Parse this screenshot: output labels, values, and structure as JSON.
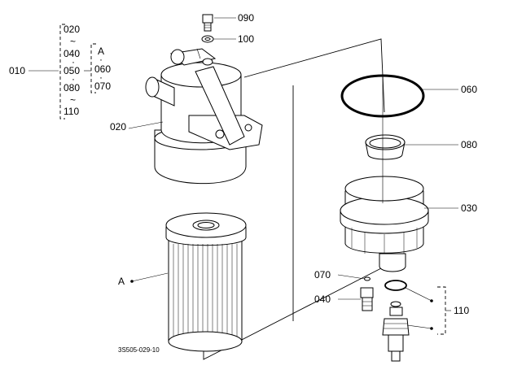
{
  "callouts": {
    "p090": "090",
    "p100": "100",
    "p060": "060",
    "p080": "080",
    "p030": "030",
    "p020": "020",
    "p070": "070",
    "p040": "040",
    "p110": "110",
    "pA": "A"
  },
  "set_bracket": {
    "main_label": "010",
    "col1": [
      "020",
      "~",
      "040",
      "·",
      "050",
      "·",
      "080",
      "~",
      "110"
    ],
    "col2_label": "A",
    "col2": [
      "·",
      "060",
      "·",
      "070"
    ]
  },
  "figure_code": "3S505-029-10"
}
